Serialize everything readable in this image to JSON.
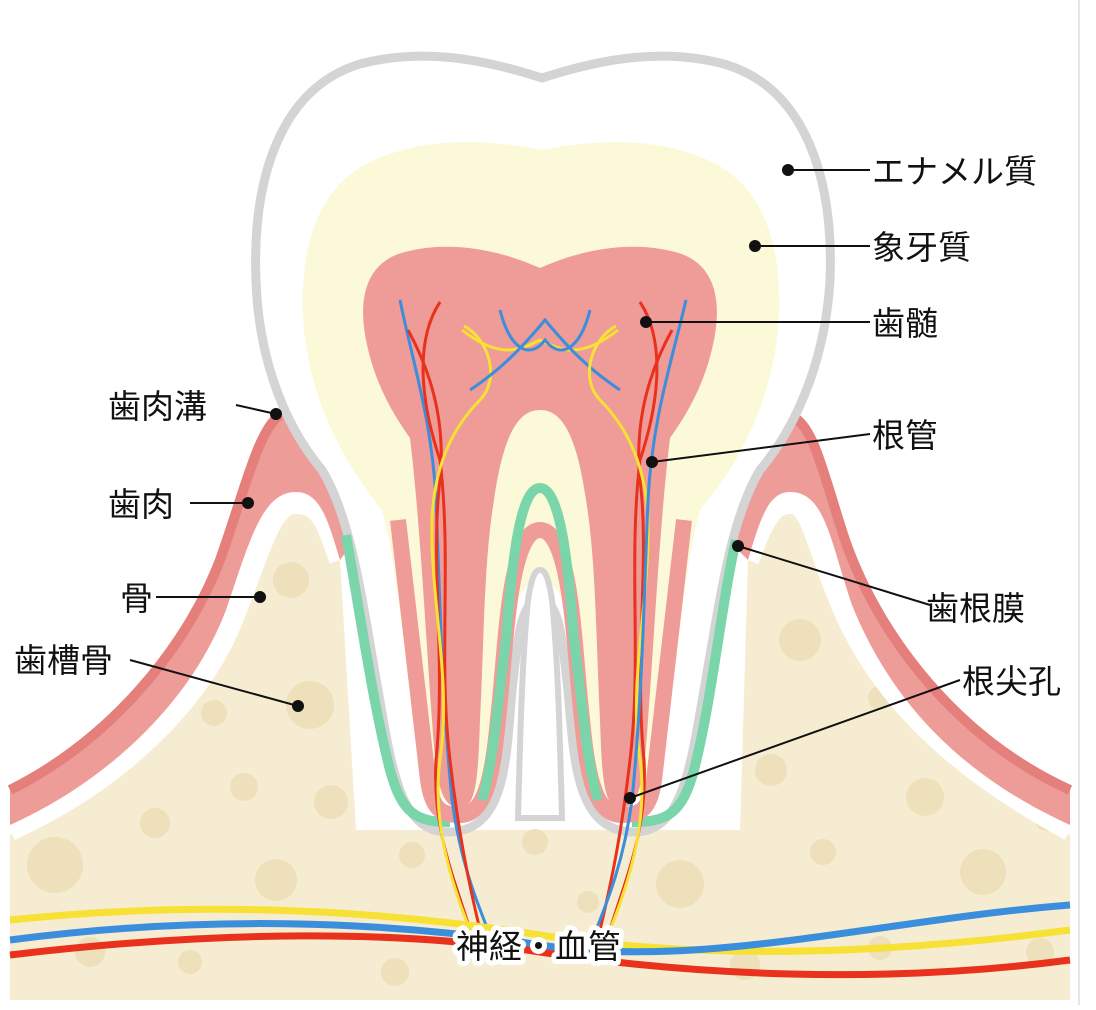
{
  "labels": {
    "enamel": "エナメル質",
    "dentin": "象牙質",
    "pulp": "歯髄",
    "root_canal": "根管",
    "periodontal_ligament": "歯根膜",
    "apical_foramen": "根尖孔",
    "gingival_sulcus": "歯肉溝",
    "gingiva": "歯肉",
    "bone": "骨",
    "alveolar_bone": "歯槽骨",
    "nerves_vessels": "神経・血管"
  },
  "colors": {
    "bone": "#f6ecd2",
    "bone_spot": "#ede0bb",
    "gum": "#ee9c98",
    "gum_dark": "#e47f7c",
    "enamel": "#ffffff",
    "enamel_outline": "#d4d4d4",
    "dentin": "#fbf9d8",
    "pulp": "#ef9b98",
    "ligament": "#7ad6aa",
    "vessel_red": "#e8321e",
    "vessel_blue": "#3b8edc",
    "nerve_yellow": "#f6e134"
  }
}
